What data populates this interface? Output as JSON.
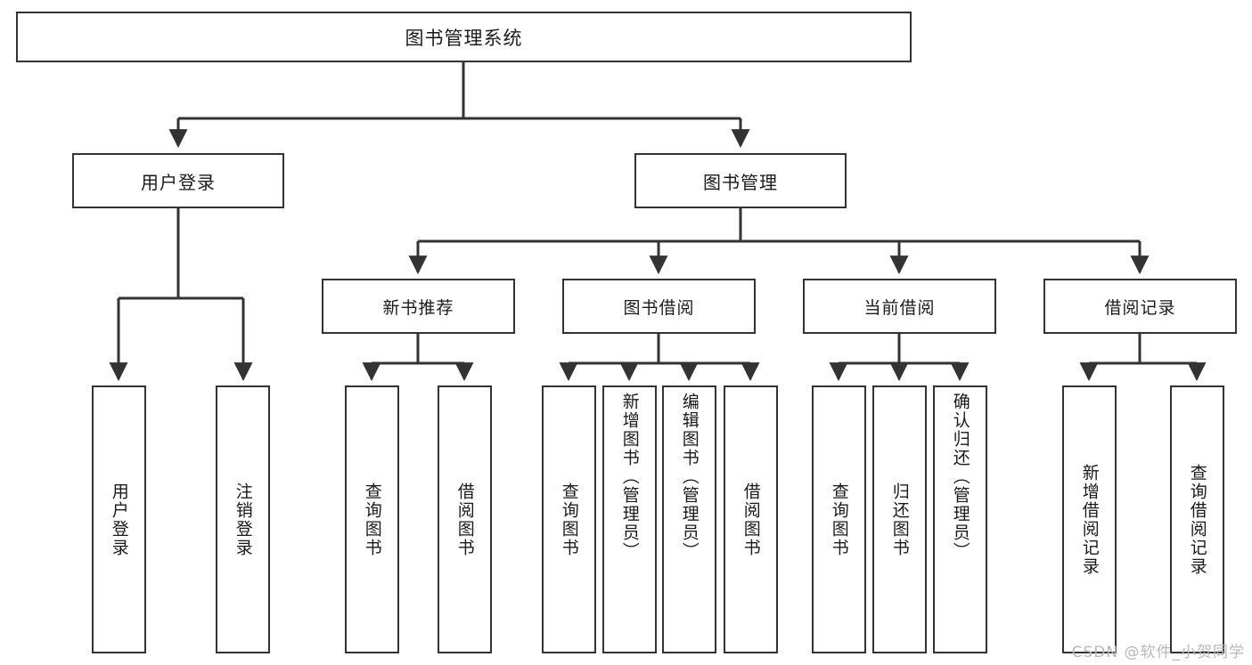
{
  "diagram": {
    "title": "图书管理系统",
    "watermark": "CSDN @软件_小贺同学",
    "stroke_color": "#333333",
    "background_color": "#ffffff",
    "text_color": "#1a1a1a",
    "watermark_color": "#b8b8b8"
  },
  "nodes": {
    "root": {
      "label": "图书管理系统"
    },
    "level1": [
      {
        "id": "user-login",
        "label": "用户登录"
      },
      {
        "id": "book-management",
        "label": "图书管理"
      }
    ],
    "level2": [
      {
        "id": "new-book-recommend",
        "label": "新书推荐"
      },
      {
        "id": "book-borrow",
        "label": "图书借阅"
      },
      {
        "id": "current-borrow",
        "label": "当前借阅"
      },
      {
        "id": "borrow-record",
        "label": "借阅记录"
      }
    ],
    "leaves": {
      "user-login": [
        {
          "id": "leaf-user-login",
          "label": "用户登录"
        },
        {
          "id": "leaf-logout-login",
          "label": "注销登录"
        }
      ],
      "new-book-recommend": [
        {
          "id": "leaf-query-book-1",
          "label": "查询图书"
        },
        {
          "id": "leaf-borrow-book-1",
          "label": "借阅图书"
        }
      ],
      "book-borrow": [
        {
          "id": "leaf-query-book-2",
          "label": "查询图书"
        },
        {
          "id": "leaf-add-book-admin",
          "label": "新增图书（管理员）"
        },
        {
          "id": "leaf-edit-book-admin",
          "label": "编辑图书（管理员）"
        },
        {
          "id": "leaf-borrow-book-2",
          "label": "借阅图书"
        }
      ],
      "current-borrow": [
        {
          "id": "leaf-query-book-3",
          "label": "查询图书"
        },
        {
          "id": "leaf-return-book",
          "label": "归还图书"
        },
        {
          "id": "leaf-confirm-return-admin",
          "label": "确认归还（管理员）"
        }
      ],
      "borrow-record": [
        {
          "id": "leaf-add-borrow-record",
          "label": "新增借阅记录"
        },
        {
          "id": "leaf-query-borrow-record",
          "label": "查询借阅记录"
        }
      ]
    }
  }
}
